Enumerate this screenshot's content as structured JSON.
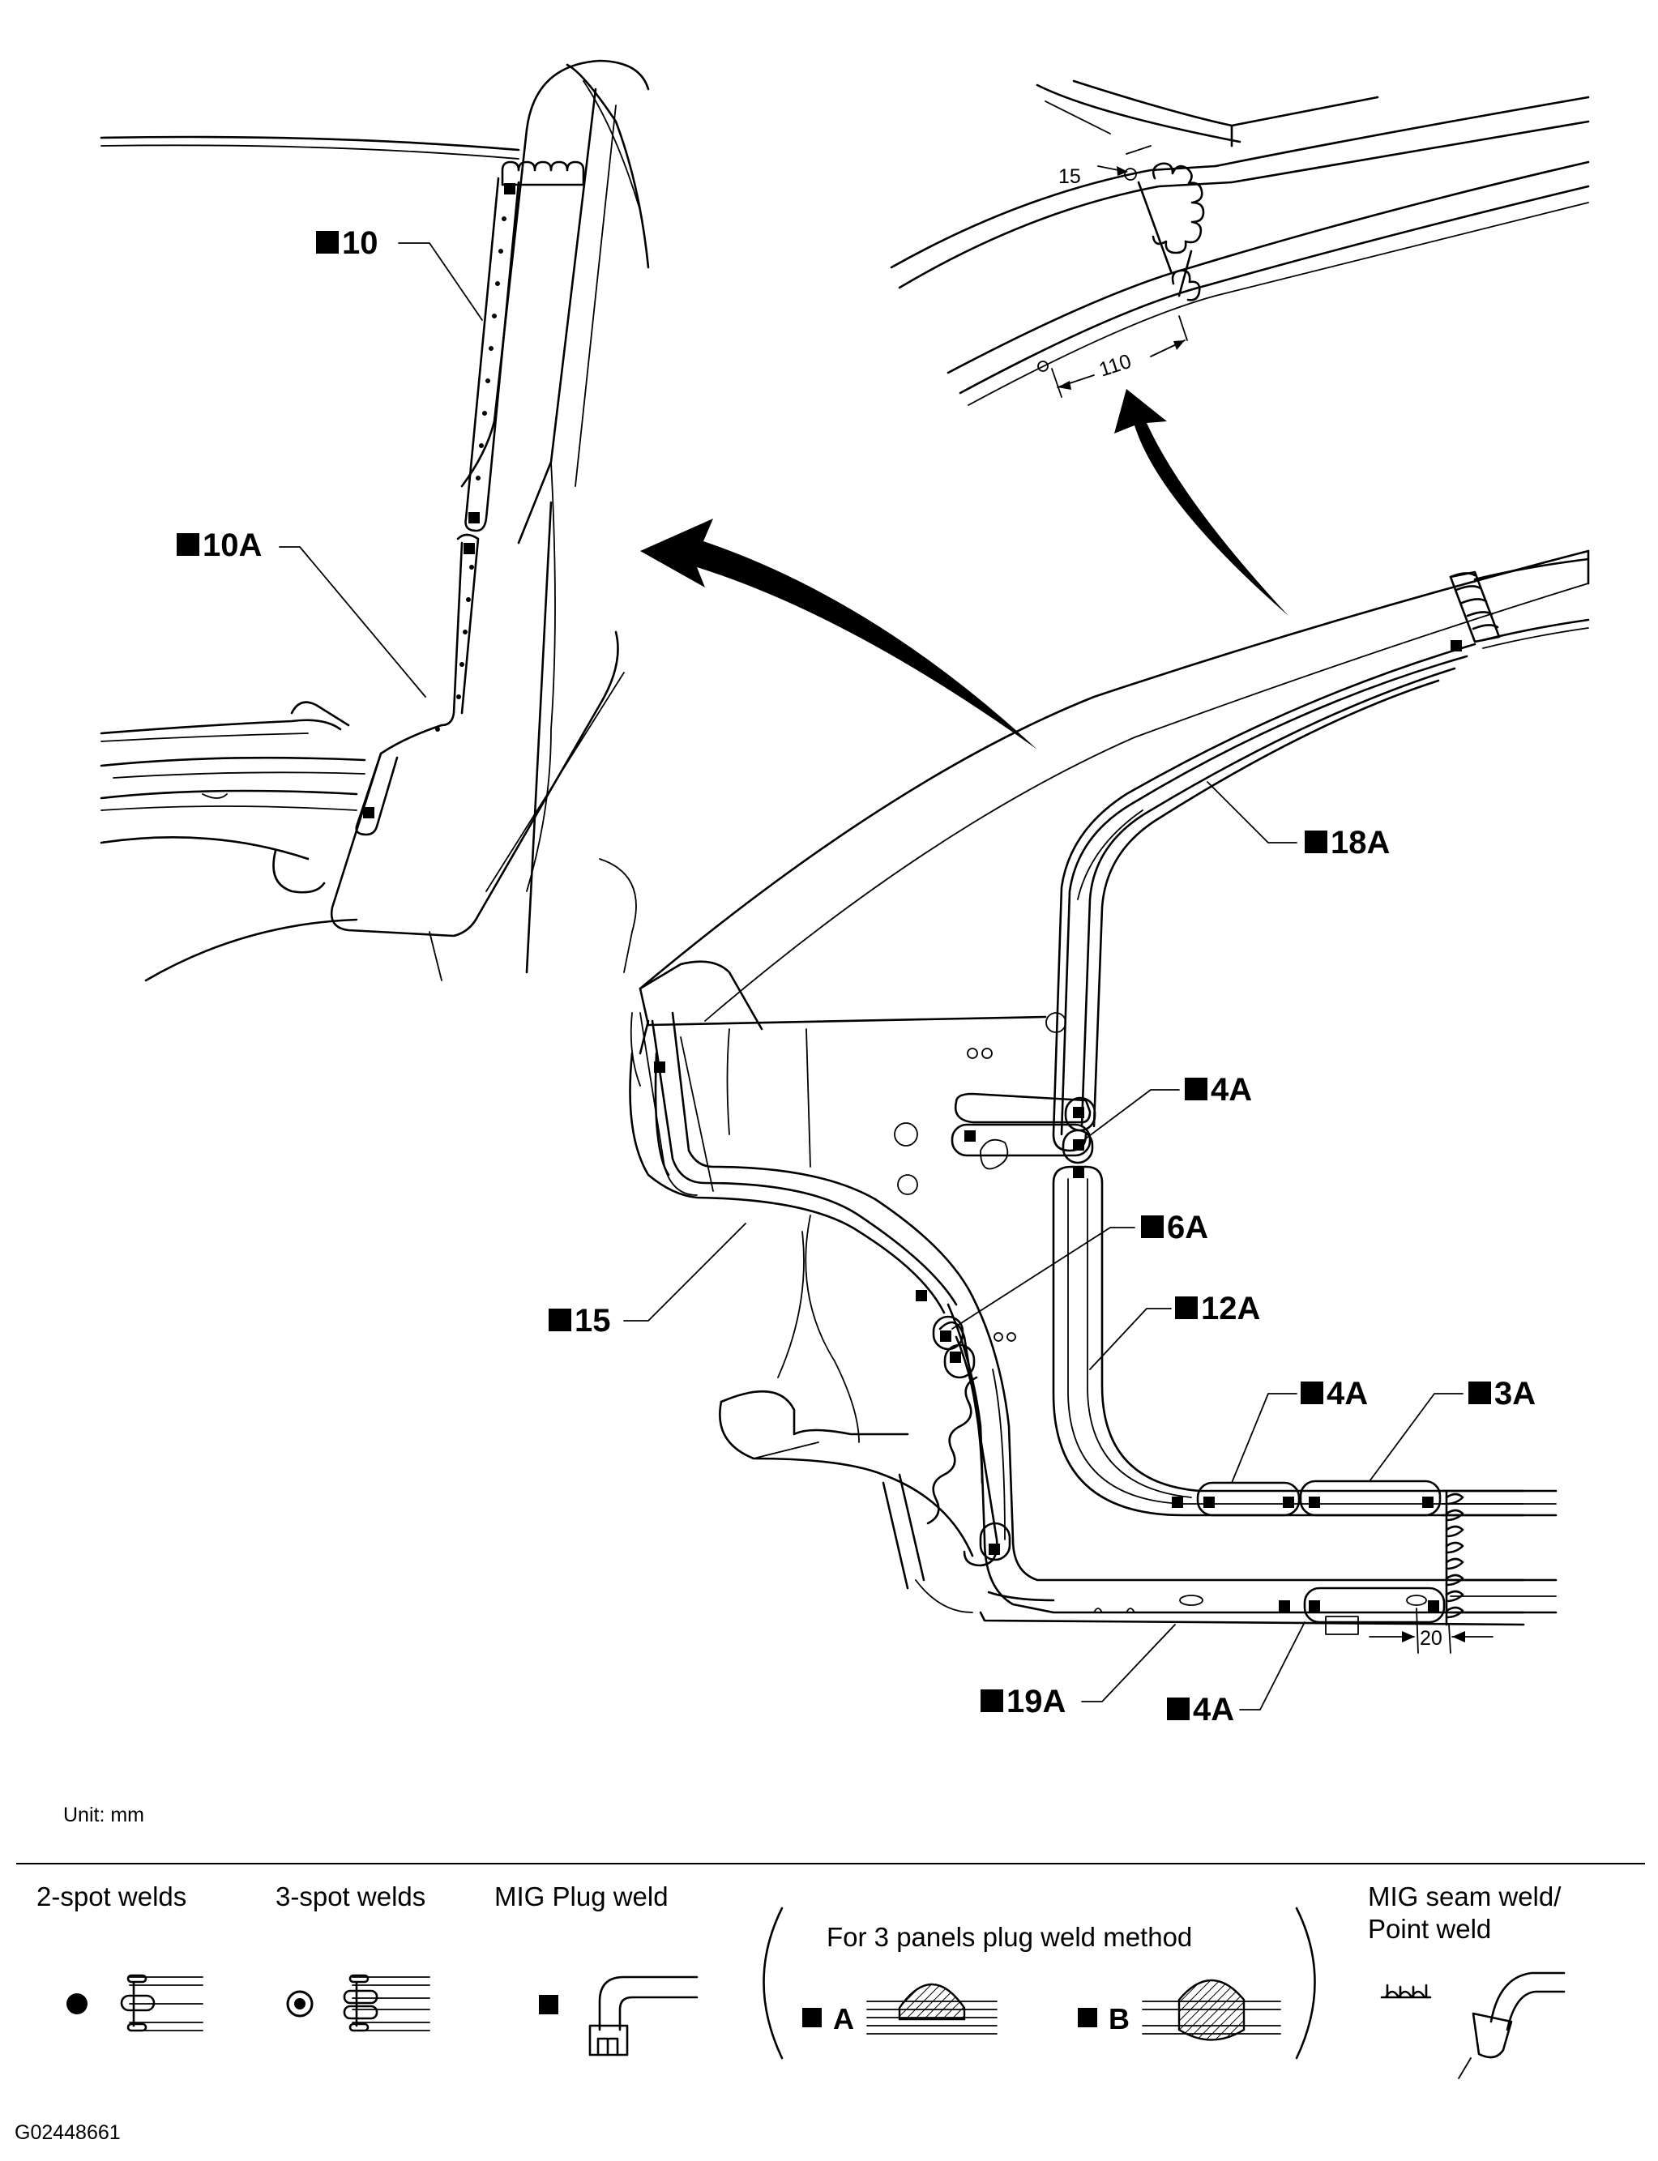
{
  "callouts": {
    "c10": "10",
    "c10a": "10A",
    "c18a": "18A",
    "c4a_top": "4A",
    "c6a": "6A",
    "c12a": "12A",
    "c15": "15",
    "c4a_mid": "4A",
    "c3a": "3A",
    "c19a": "19A",
    "c4a_bottom": "4A"
  },
  "dimensions": {
    "d15": "15",
    "d110": "110",
    "d20": "20"
  },
  "unit_label": "Unit: mm",
  "legend": {
    "two_spot": "2-spot welds",
    "three_spot": "3-spot welds",
    "mig_plug": "MIG Plug weld",
    "three_panel_title": "For 3 panels plug weld method",
    "method_a": "A",
    "method_b": "B",
    "seam_line1": "MIG seam weld/",
    "seam_line2": "Point weld"
  },
  "figure_id": "G02448661",
  "colors": {
    "ink": "#000000",
    "background": "#ffffff"
  }
}
